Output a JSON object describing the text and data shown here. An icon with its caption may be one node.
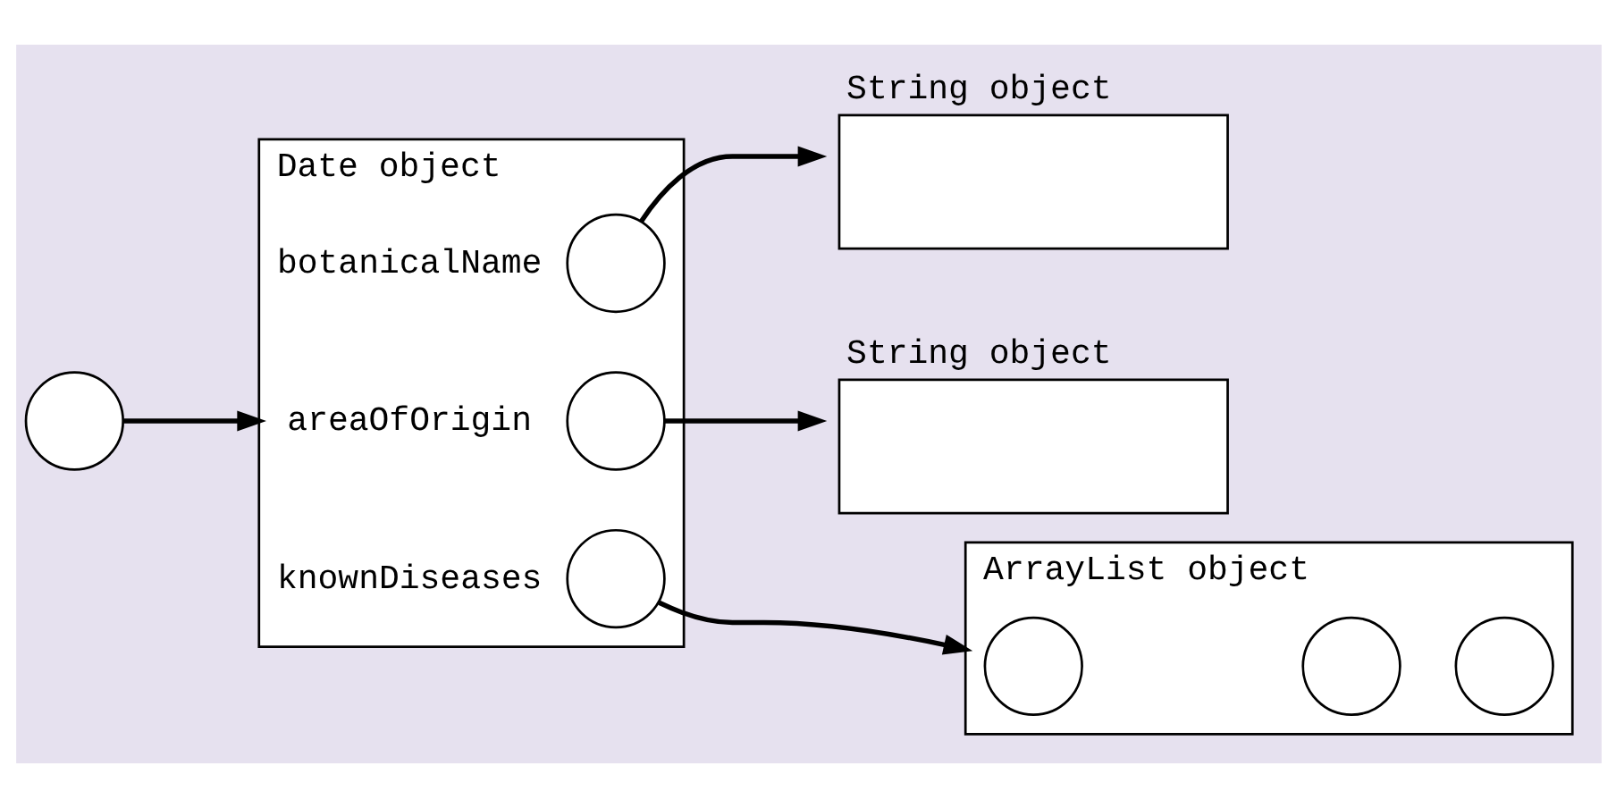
{
  "diagram": {
    "nodes": [
      {
        "text": [],
        "shape": "circle"
      },
      {
        "text": [
          "Date object"
        ]
      },
      {
        "text": [],
        "shape": "circle",
        "in": 1,
        "beside": [
          "botanicalName"
        ]
      },
      {
        "text": [],
        "shape": "circle",
        "in": 1,
        "beside": [
          "areaOfOrigin"
        ]
      },
      {
        "text": [],
        "shape": "circle",
        "in": 1,
        "beside": [
          "knownDiseases"
        ]
      },
      {
        "text": [
          "String object"
        ]
      },
      {
        "text": [
          "String object"
        ]
      },
      {
        "text": [
          "ArrayList object"
        ]
      },
      {
        "text": [],
        "shape": "circle",
        "in": 7
      },
      {
        "text": [],
        "shape": "circle",
        "in": 7
      },
      {
        "text": [],
        "shape": "circle",
        "in": 7
      }
    ],
    "edges": [
      {
        "from": 0,
        "to": 1,
        "arrow": "to"
      },
      {
        "from": 2,
        "to": 5,
        "arrow": "to"
      },
      {
        "from": 3,
        "to": 6,
        "arrow": "to"
      },
      {
        "from": 4,
        "to": 7,
        "arrow": "to"
      }
    ]
  }
}
